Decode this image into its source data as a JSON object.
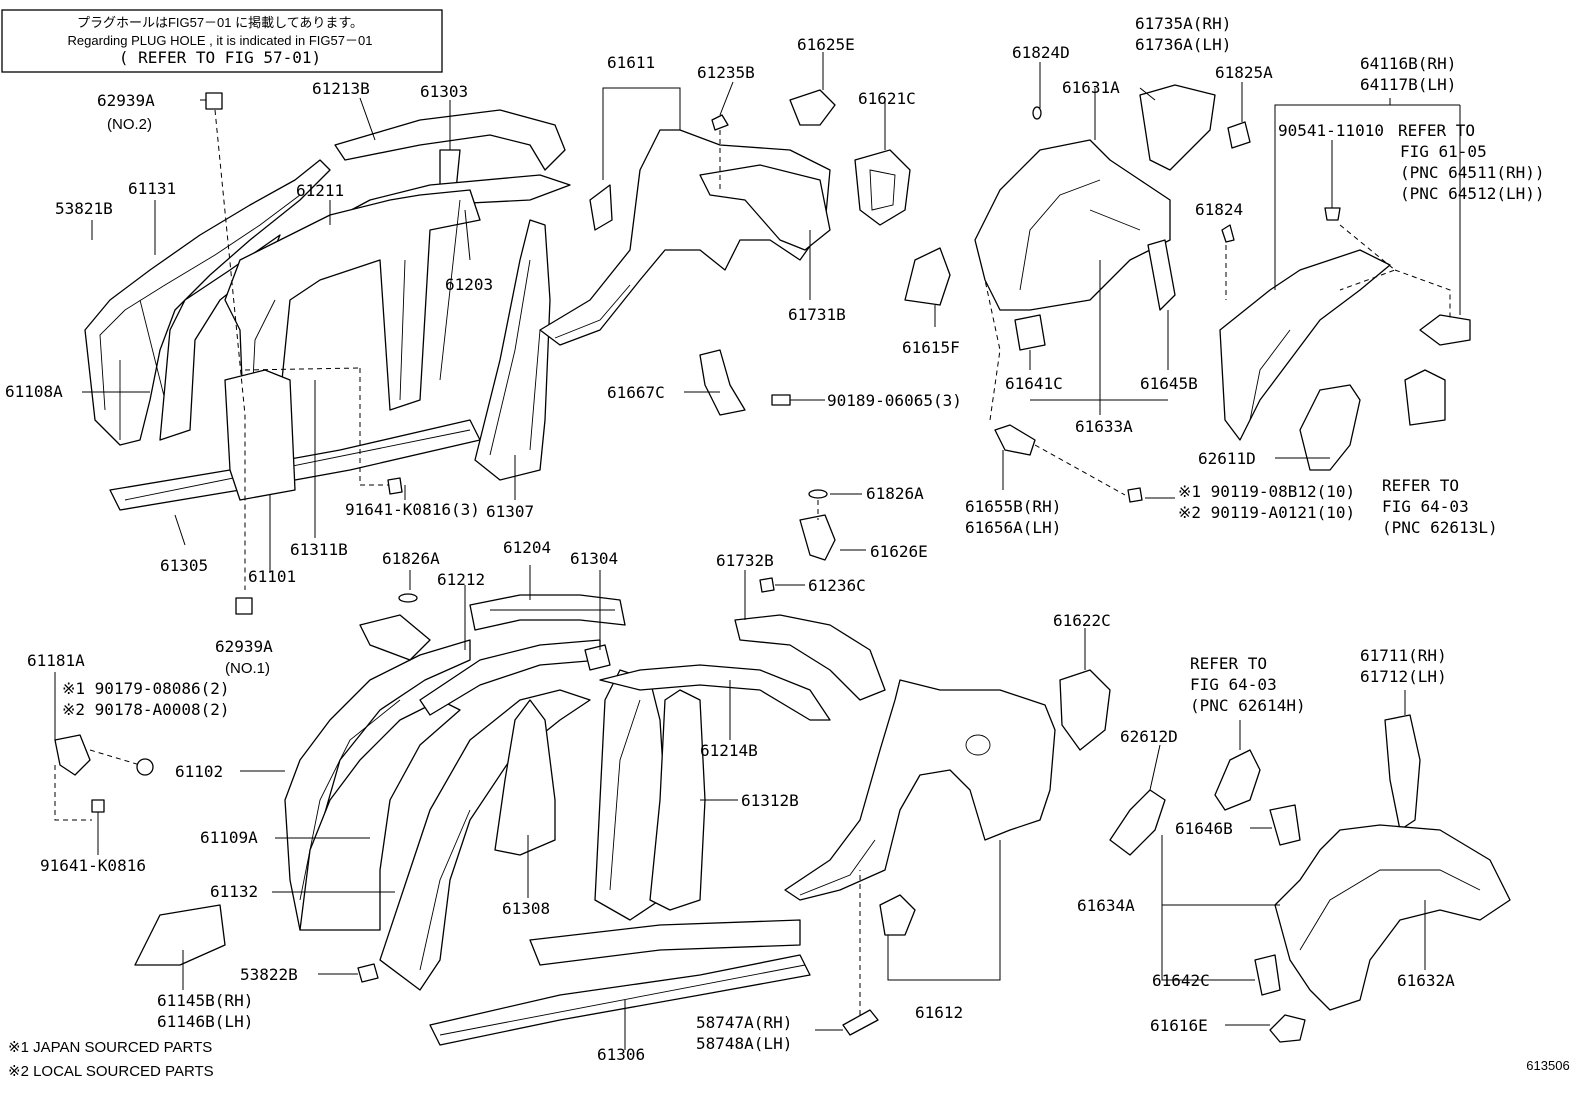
{
  "note": {
    "line1": "プラグホールはFIG57－01 に掲載してあります。",
    "line2": "Regarding PLUG HOLE , it is indicated in FIG57－01",
    "line3": "( REFER TO FIG 57-01)"
  },
  "footnotes": {
    "japan": "※1 JAPAN SOURCED PARTS",
    "local": "※2 LOCAL SOURCED PARTS"
  },
  "figure_id": "613506",
  "labels": {
    "l62939A_top": "62939A",
    "l62939A_top_sub": "(NO.2)",
    "l53821B": "53821B",
    "l61131": "61131",
    "l61213B": "61213B",
    "l61303": "61303",
    "l61211": "61211",
    "l61203": "61203",
    "l61108A": "61108A",
    "l61305": "61305",
    "l61101": "61101",
    "l61311B": "61311B",
    "l91641_3": "91641-K0816(3)",
    "l61307": "61307",
    "l62939A_bot": "62939A",
    "l62939A_bot_sub": "(NO.1)",
    "l61611": "61611",
    "l61235B": "61235B",
    "l61625E": "61625E",
    "l61621C": "61621C",
    "l61731B": "61731B",
    "l61667C": "61667C",
    "l90189": "90189-06065(3)",
    "l61824D": "61824D",
    "l61735A": "61735A(RH)",
    "l61736A": "61736A(LH)",
    "l61631A": "61631A",
    "l61825A": "61825A",
    "l61824": "61824",
    "l61615F": "61615F",
    "l61641C": "61641C",
    "l61645B": "61645B",
    "l61633A": "61633A",
    "l61655B": "61655B(RH)",
    "l61656A": "61656A(LH)",
    "l90119a": "※1 90119-08B12(10)",
    "l90119b": "※2 90119-A0121(10)",
    "l64116B": "64116B(RH)",
    "l64117B": "64117B(LH)",
    "l90541": "90541-11010",
    "lrefer6105a": "REFER TO",
    "lrefer6105b": "FIG 61-05",
    "lrefer6105c": "(PNC 64511(RH))",
    "lrefer6105d": "(PNC 64512(LH))",
    "l62611D": "62611D",
    "lrefer6403a": "REFER TO",
    "lrefer6403b": "FIG 64-03",
    "lrefer6403c": "(PNC 62613L)",
    "l61826A_top": "61826A",
    "l61626E": "61626E",
    "l61181A": "61181A",
    "l90179": "※1 90179-08086(2)",
    "l90178": "※2 90178-A0008(2)",
    "l91641": "91641-K0816",
    "l61826A_bot": "61826A",
    "l61212": "61212",
    "l61204": "61204",
    "l61304": "61304",
    "l61732B": "61732B",
    "l61236C": "61236C",
    "l61102": "61102",
    "l61109A": "61109A",
    "l61132": "61132",
    "l61145B": "61145B(RH)",
    "l61146B": "61146B(LH)",
    "l53822B": "53822B",
    "l61306": "61306",
    "l61308": "61308",
    "l61214B": "61214B",
    "l61312B": "61312B",
    "l58747A": "58747A(RH)",
    "l58748A": "58748A(LH)",
    "l61612": "61612",
    "l61622C": "61622C",
    "l62612D": "62612D",
    "lrefer6403d": "REFER TO",
    "lrefer6403e": "FIG 64-03",
    "lrefer6403f": "(PNC 62614H)",
    "l61711": "61711(RH)",
    "l61712": "61712(LH)",
    "l61646B": "61646B",
    "l61634A": "61634A",
    "l61642C": "61642C",
    "l61632A": "61632A",
    "l61616E": "61616E"
  }
}
